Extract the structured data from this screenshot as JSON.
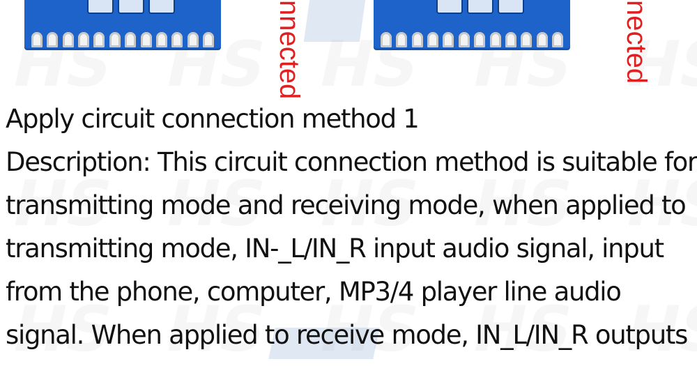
{
  "diagram": {
    "left_label": "nnected",
    "right_label": "nected"
  },
  "content": {
    "heading": "Apply circuit connection method 1",
    "lines": [
      "Description: This circuit connection method is suitable for",
      "transmitting mode and receiving mode, when applied to",
      "transmitting mode, IN-_L/IN_R input audio signal, input",
      "from the phone, computer, MP3/4 player line audio",
      "signal. When applied to receive mode, IN_L/IN_R outputs"
    ]
  },
  "colors": {
    "module_blue": "#1e63c9",
    "label_red": "#e02020",
    "text": "#111111"
  }
}
